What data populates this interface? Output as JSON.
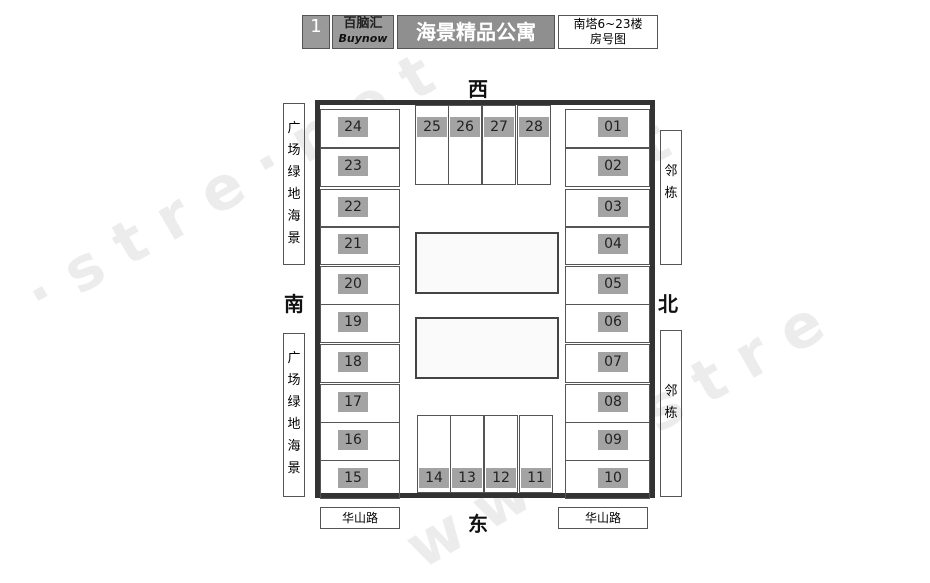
{
  "header": {
    "logo_number": "1",
    "brand_cn": "百脑汇",
    "brand_en": "Buynow",
    "title": "海景精品公寓",
    "subtitle_line1": "南塔6~23楼",
    "subtitle_line2": "房号图"
  },
  "directions": {
    "west": "西",
    "south": "南",
    "north": "北",
    "east": "东"
  },
  "side_labels": {
    "left_top": "广场绿地 海景",
    "left_bottom": "广场绿地 海景",
    "right_top": "邻栋",
    "right_bottom": "邻栋"
  },
  "roads": {
    "left": "华山路",
    "right": "华山路"
  },
  "rooms": {
    "left": [
      "24",
      "23",
      "22",
      "21",
      "20",
      "19",
      "18",
      "17",
      "16",
      "15"
    ],
    "right": [
      "01",
      "02",
      "03",
      "04",
      "05",
      "06",
      "07",
      "08",
      "09",
      "10"
    ],
    "top": [
      "25",
      "26",
      "27",
      "28"
    ],
    "bottom": [
      "14",
      "13",
      "12",
      "11"
    ]
  },
  "watermark": "www.stre.net"
}
